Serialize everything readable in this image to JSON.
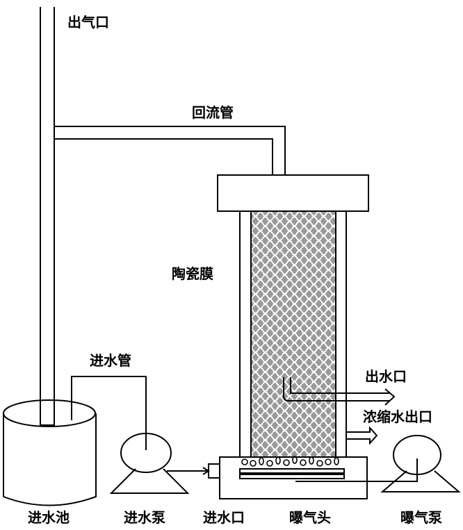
{
  "labels": {
    "gas_outlet": "出气口",
    "return_pipe": "回流管",
    "ceramic_membrane": "陶瓷膜",
    "inlet_pipe": "进水管",
    "water_outlet": "出水口",
    "concentrate_outlet": "浓缩水出口",
    "inlet_tank": "进水池",
    "inlet_pump": "进水泵",
    "water_inlet": "进水口",
    "aerator_head": "曝气头",
    "aeration_pump": "曝气泵"
  },
  "colors": {
    "line": "#000000",
    "membrane_fill": "#808080",
    "background": "#ffffff"
  }
}
